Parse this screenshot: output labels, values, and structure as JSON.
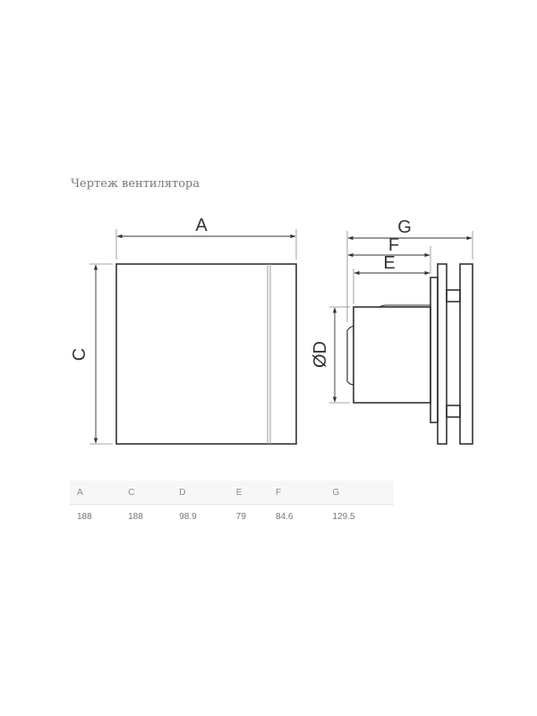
{
  "title": "Чертеж вентилятора",
  "diagram": {
    "front_view_labels": {
      "width": "A",
      "height": "C"
    },
    "side_view_labels": {
      "total_depth": "G",
      "flange_depth": "F",
      "body_depth": "E",
      "diameter": "ØD"
    },
    "line_color": "#333333",
    "dim_line_color": "#555555"
  },
  "table": {
    "headers": [
      "A",
      "C",
      "D",
      "E",
      "F",
      "G"
    ],
    "values": [
      "188",
      "188",
      "98.9",
      "79",
      "84.6",
      "129.5"
    ]
  }
}
